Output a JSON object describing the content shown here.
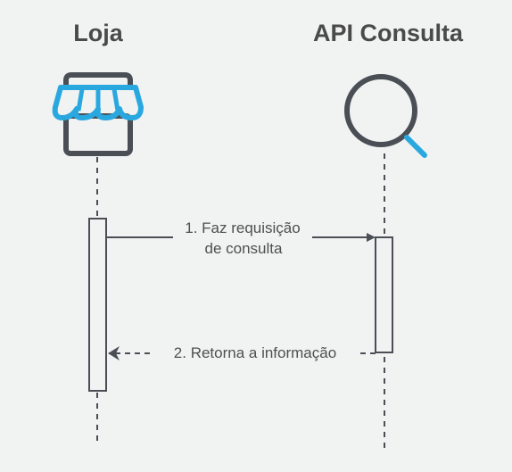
{
  "actors": {
    "loja": {
      "name": "Loja",
      "icon": "storefront-icon"
    },
    "api": {
      "name": "API Consulta",
      "icon": "magnifier-icon"
    }
  },
  "messages": [
    {
      "step": 1,
      "line1": "1. Faz requisição",
      "line2": "de consulta",
      "direction": "Loja -> API Consulta",
      "style": "solid"
    },
    {
      "step": 2,
      "text": "2. Retorna a informação",
      "direction": "API Consulta -> Loja",
      "style": "dashed"
    }
  ],
  "colors": {
    "background": "#f1f2f2",
    "stroke": "#4a4f55",
    "accent": "#29a8e0",
    "text": "#4a4a4a"
  }
}
